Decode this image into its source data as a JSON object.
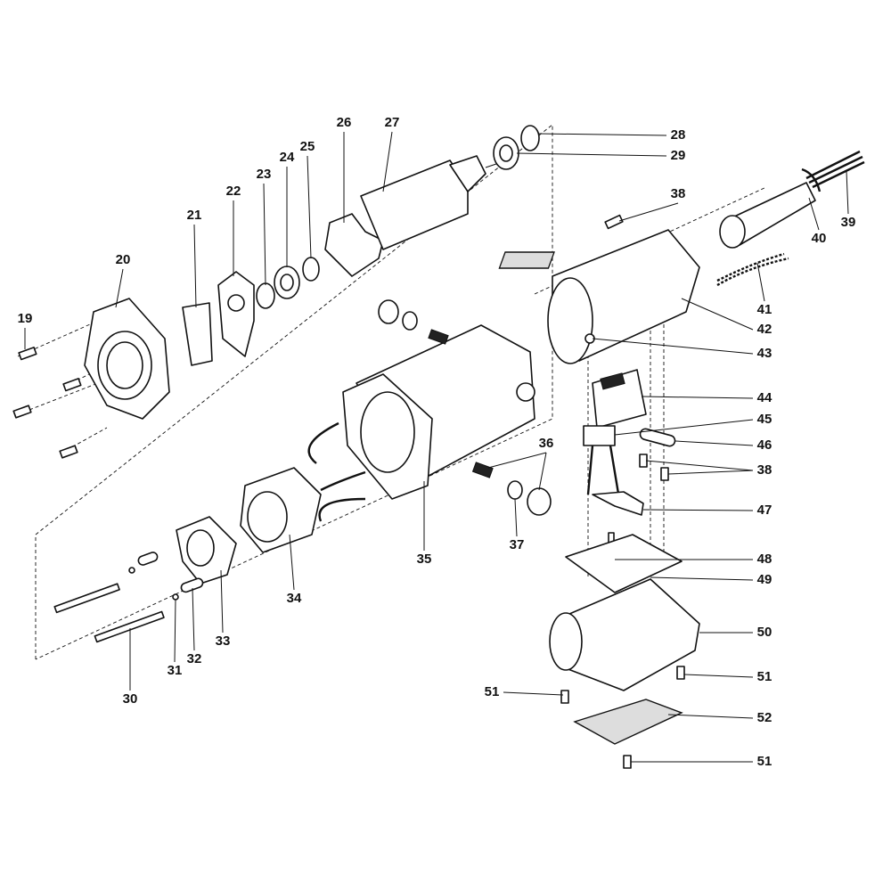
{
  "callouts": [
    "19",
    "20",
    "21",
    "22",
    "23",
    "24",
    "25",
    "26",
    "27",
    "28",
    "29",
    "38",
    "39",
    "40",
    "41",
    "42",
    "43",
    "44",
    "45",
    "46",
    "38",
    "36",
    "47",
    "48",
    "49",
    "35",
    "37",
    "34",
    "50",
    "51",
    "51",
    "52",
    "51",
    "33",
    "32",
    "31",
    "30"
  ]
}
